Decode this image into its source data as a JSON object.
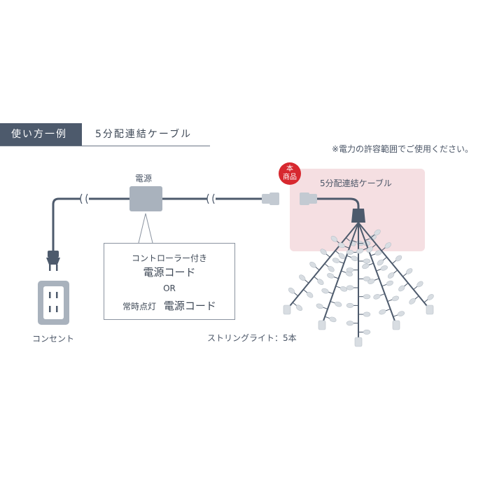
{
  "header": {
    "tag": "使い方一例",
    "title": "5分配連結ケーブル"
  },
  "note": "※電力の許容範囲でご使用ください。",
  "labels": {
    "power_supply": "電源",
    "product_badge_line1": "本",
    "product_badge_line2": "商品",
    "product_cable": "5分配連結ケーブル",
    "outlet": "コンセント",
    "string_lights": "ストリングライト：5本"
  },
  "callout": {
    "line1": "コントローラー付き",
    "line2": "電源コード",
    "line3": "OR",
    "line4_small": "常時点灯",
    "line4_large": "電源コード"
  },
  "colors": {
    "header_bg": "#4d5a6c",
    "cable": "#4d5a6c",
    "product_highlight": "#f5dfe2",
    "badge": "#d7282f",
    "bulb": "#d8dde2"
  }
}
